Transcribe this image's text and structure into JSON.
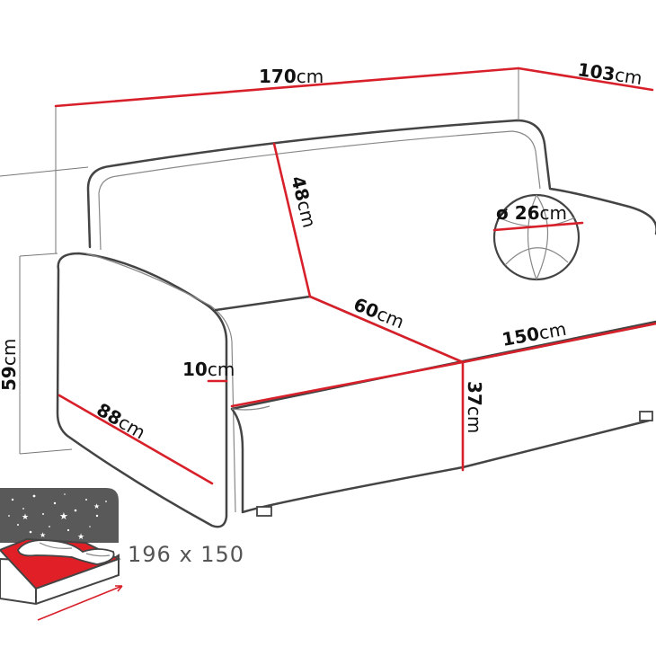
{
  "dimensions": {
    "width": {
      "value": "170",
      "unit": "cm"
    },
    "depth": {
      "value": "103",
      "unit": "cm"
    },
    "back_height": {
      "value": "48",
      "unit": "cm"
    },
    "pillow": {
      "prefix": "ø ",
      "value": "26",
      "unit": "cm"
    },
    "seat_depth": {
      "value": "60",
      "unit": "cm"
    },
    "seat_width": {
      "value": "150",
      "unit": "cm"
    },
    "armrest": {
      "value": "10",
      "unit": "cm"
    },
    "total_height": {
      "value": "59",
      "unit": "cm"
    },
    "arm_depth": {
      "value": "88",
      "unit": "cm"
    },
    "seat_height": {
      "value": "37",
      "unit": "cm"
    }
  },
  "sleeping_area": {
    "label": "196 x 150"
  },
  "colors": {
    "measure_line": "#d8202a",
    "outline": "#444444",
    "icon_bg": "#595959",
    "bed_red": "#e11f26"
  },
  "icons": [
    "sofa-bed-icon",
    "stars-icon",
    "pillow-icon",
    "sofa-pillow-icon"
  ]
}
